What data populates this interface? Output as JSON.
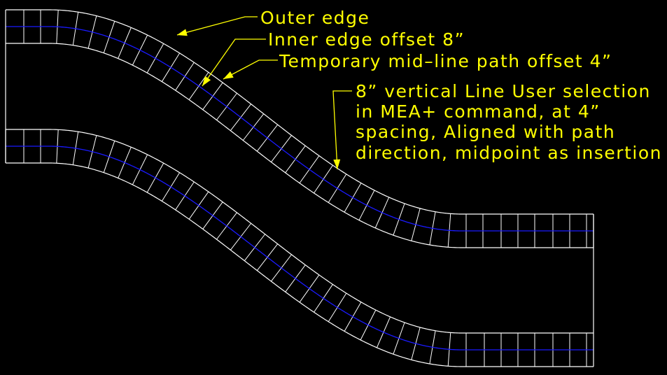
{
  "colors": {
    "background": "#000000",
    "edge": "#ffffff",
    "path": "#1a1aff",
    "annotation": "#ffff00"
  },
  "annotations": {
    "outer_edge": "Outer edge",
    "inner_edge": "Inner edge offset 8”",
    "mid_line": "Temporary mid–line path offset 4”",
    "selection_lines": [
      "8” vertical Line User selection",
      "in MEA+ command, at 4”",
      "spacing, Aligned with path",
      "direction, midpoint as insertion"
    ]
  }
}
